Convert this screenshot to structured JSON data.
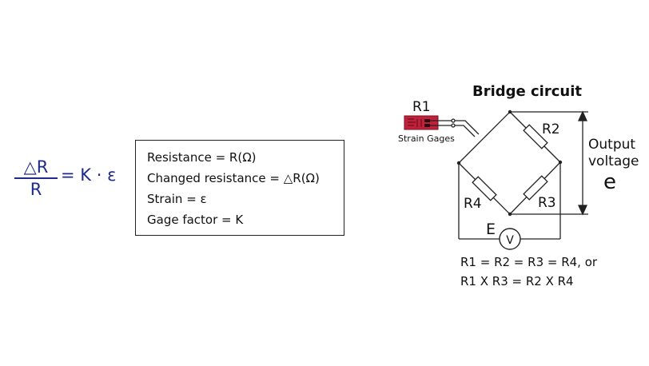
{
  "formula": {
    "numerator": "△R",
    "denominator": "R",
    "rhs": "= K · ε"
  },
  "definitions": [
    "Resistance = R(Ω)",
    "Changed resistance = △R(Ω)",
    "Strain = ε",
    "Gage factor = K"
  ],
  "circuit": {
    "title": "Bridge circuit",
    "r1_label": "R1",
    "strain_gages_label": "Strain Gages",
    "r2_label": "R2",
    "r3_label": "R3",
    "r4_label": "R4",
    "output_label_1": "Output",
    "output_label_2": "voltage",
    "output_symbol": "e",
    "source_label": "E",
    "meter_symbol": "V",
    "condition_1": "R1 = R2 = R3 = R4, or",
    "condition_2": "R1 X R3 = R2 X R4"
  },
  "colors": {
    "formula": "#1f2a8c",
    "gage": "#c0203a",
    "line": "#222222"
  }
}
